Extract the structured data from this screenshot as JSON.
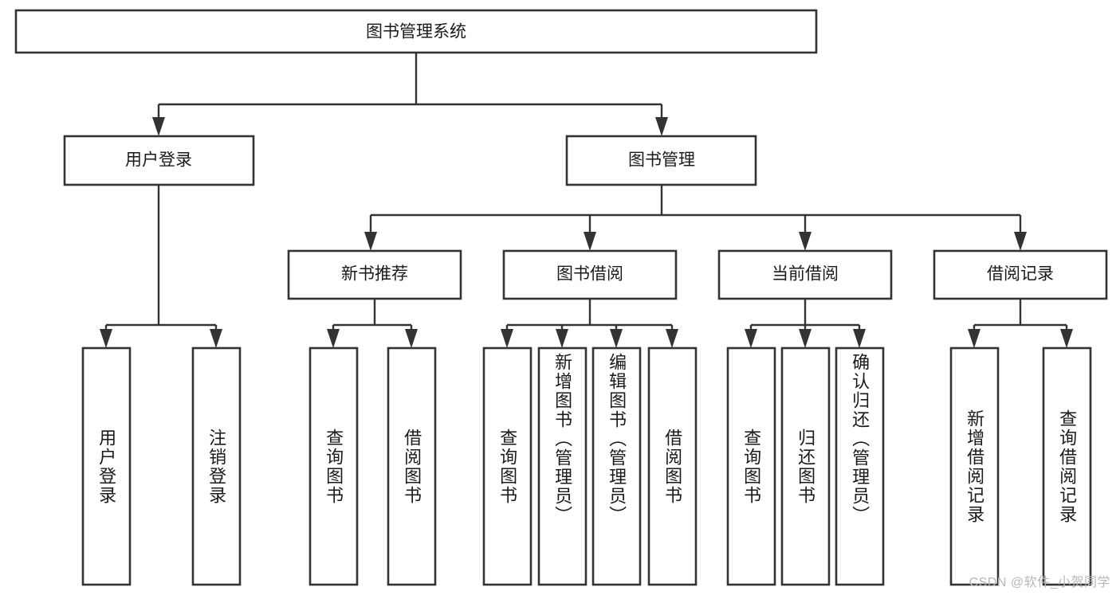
{
  "diagram": {
    "title": "图书管理系统",
    "type": "tree",
    "watermark": "CSDN @软件_小贺同学",
    "colors": {
      "stroke": "#333333",
      "fill": "#ffffff",
      "text": "#1a1a1a",
      "watermark": "#b8b8b8"
    },
    "root": {
      "label": "图书管理系统",
      "id": "root"
    },
    "level2": [
      {
        "id": "user-login",
        "label": "用户登录"
      },
      {
        "id": "book-manage",
        "label": "图书管理"
      }
    ],
    "level3": [
      {
        "id": "new-book-rec",
        "label": "新书推荐",
        "parent": "book-manage"
      },
      {
        "id": "book-borrow",
        "label": "图书借阅",
        "parent": "book-manage"
      },
      {
        "id": "current-borrow",
        "label": "当前借阅",
        "parent": "book-manage"
      },
      {
        "id": "borrow-record",
        "label": "借阅记录",
        "parent": "book-manage"
      }
    ],
    "leaves": [
      {
        "id": "leaf-user-login",
        "label": "用户登录",
        "parent": "user-login"
      },
      {
        "id": "leaf-logout-login",
        "label": "注销登录",
        "parent": "user-login"
      },
      {
        "id": "leaf-query-book-1",
        "label": "查询图书",
        "parent": "new-book-rec"
      },
      {
        "id": "leaf-borrow-book-1",
        "label": "借阅图书",
        "parent": "new-book-rec"
      },
      {
        "id": "leaf-query-book-2",
        "label": "查询图书",
        "parent": "book-borrow"
      },
      {
        "id": "leaf-add-book",
        "label": "新增图书（管理员）",
        "parent": "book-borrow"
      },
      {
        "id": "leaf-edit-book",
        "label": "编辑图书（管理员）",
        "parent": "book-borrow"
      },
      {
        "id": "leaf-borrow-book-2",
        "label": "借阅图书",
        "parent": "book-borrow"
      },
      {
        "id": "leaf-query-book-3",
        "label": "查询图书",
        "parent": "current-borrow"
      },
      {
        "id": "leaf-return-book",
        "label": "归还图书",
        "parent": "current-borrow"
      },
      {
        "id": "leaf-confirm-return",
        "label": "确认归还（管理员）",
        "parent": "current-borrow"
      },
      {
        "id": "leaf-add-record",
        "label": "新增借阅记录",
        "parent": "borrow-record"
      },
      {
        "id": "leaf-query-record",
        "label": "查询借阅记录",
        "parent": "borrow-record"
      }
    ]
  }
}
